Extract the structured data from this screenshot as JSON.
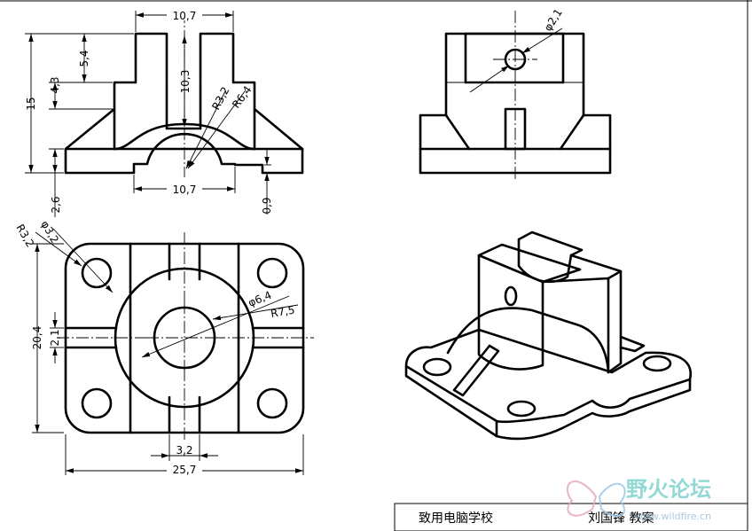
{
  "front_view": {
    "dims": {
      "top_width": "10,7",
      "bottom_width": "10,7",
      "slot_depth": "10,3",
      "upper_height": "5,4",
      "mid_height": "4,3",
      "total_height": "15",
      "base_height": "2,6",
      "notch_height": "0,9",
      "r_small": "R3,2",
      "r_large": "R6,4"
    }
  },
  "side_view": {
    "dims": {
      "hole_dia": "φ2,1"
    }
  },
  "top_view": {
    "dims": {
      "corner_radius": "R3,2",
      "hole_dia": "φ3,2",
      "center_hole_dia": "φ6,4",
      "boss_radius": "R7,5",
      "depth": "20,4",
      "rib_width": "2,1",
      "slot_width": "3,2",
      "total_width": "25,7"
    }
  },
  "title_block": {
    "school": "致用电脑学校",
    "teacher": "刘国锋 教案"
  },
  "watermark": {
    "name": "野火论坛",
    "url": "www.wildfire.cn"
  }
}
